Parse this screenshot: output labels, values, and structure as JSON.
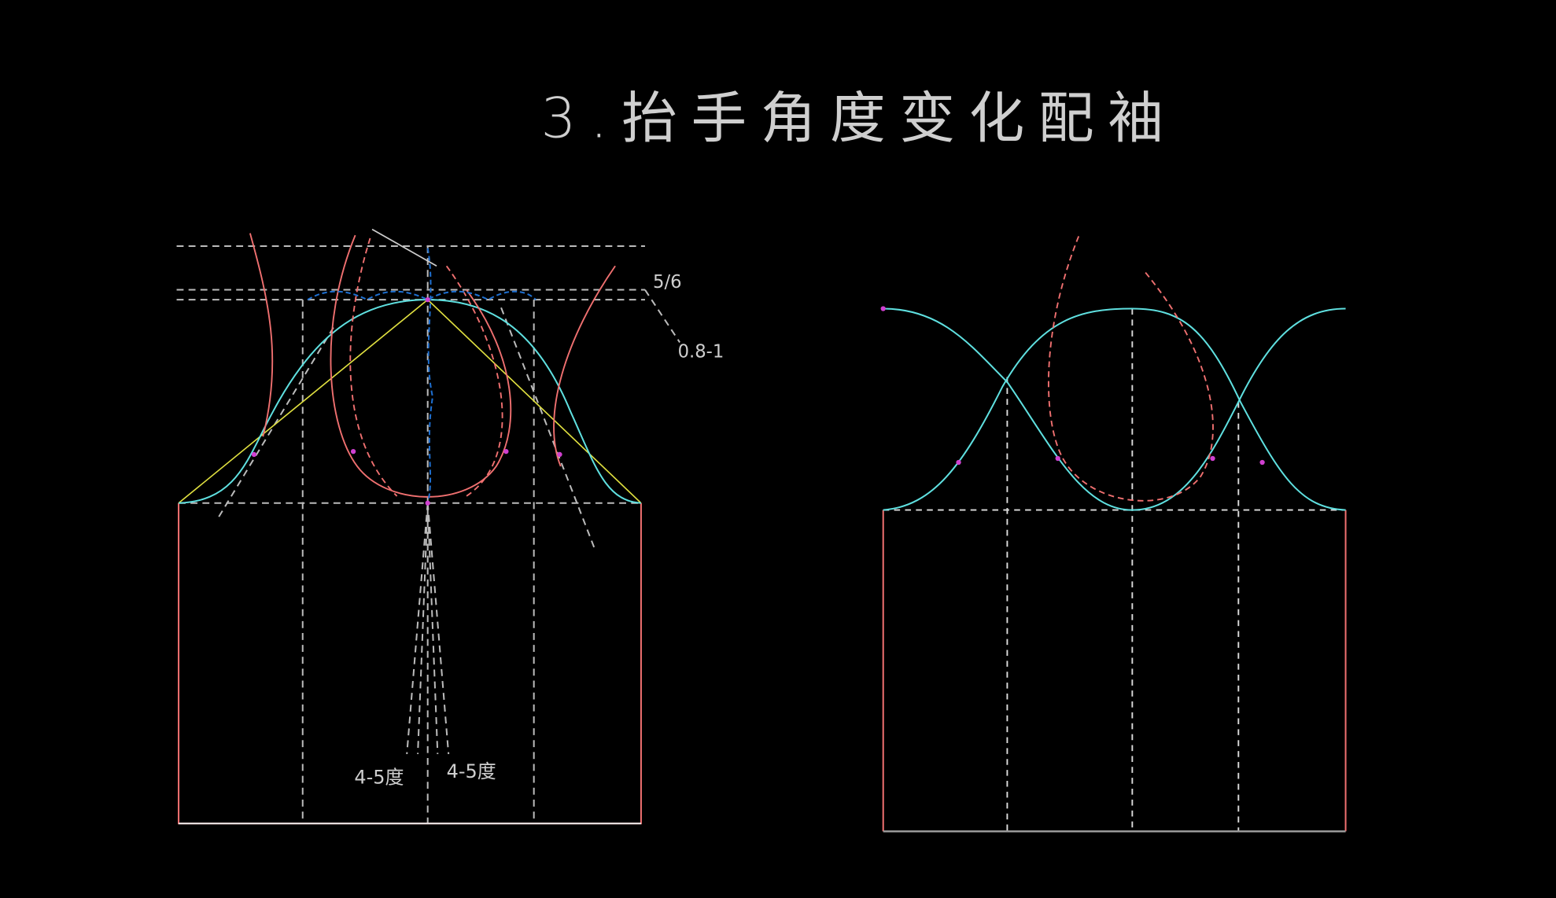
{
  "title": "3.抬手角度变化配袖",
  "labels": {
    "ratio": "5/6",
    "offset": "0.8-1",
    "angle_left": "4-5度",
    "angle_right": "4-5度"
  },
  "colors": {
    "background": "#000000",
    "guide": "#d9d9d9",
    "sleeve_cap": "#5fe0e0",
    "armhole": "#f07070",
    "triangle": "#e0e040",
    "blue_guide": "#1e6fd0",
    "marker": "#d040d0"
  }
}
